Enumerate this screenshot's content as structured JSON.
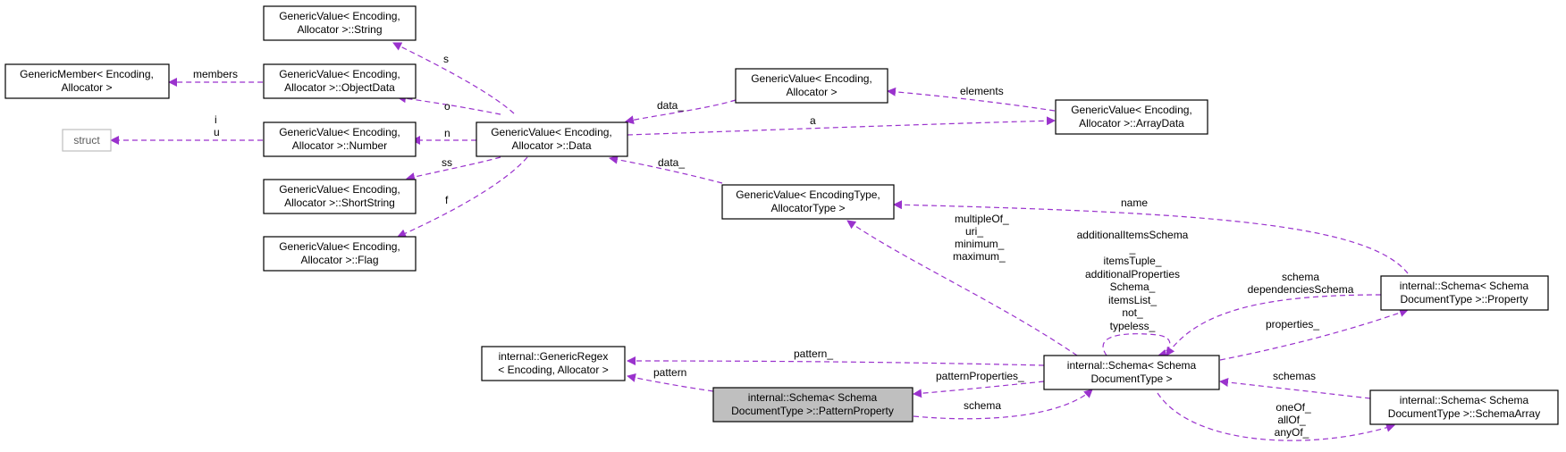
{
  "colors": {
    "edge": "#9a32cd",
    "focus_fill": "#bfbfbf",
    "box_stroke": "#000000",
    "muted_stroke": "#bfbfbf"
  },
  "nodes": {
    "string": {
      "lines": [
        "GenericValue< Encoding,",
        "Allocator >::String"
      ]
    },
    "member": {
      "lines": [
        "GenericMember< Encoding,",
        "Allocator >"
      ]
    },
    "objectdata": {
      "lines": [
        "GenericValue< Encoding,",
        "Allocator >::ObjectData"
      ]
    },
    "struct": {
      "lines": [
        "struct"
      ]
    },
    "number": {
      "lines": [
        "GenericValue< Encoding,",
        "Allocator >::Number"
      ]
    },
    "data": {
      "lines": [
        "GenericValue< Encoding,",
        "Allocator >::Data"
      ]
    },
    "shortstring": {
      "lines": [
        "GenericValue< Encoding,",
        "Allocator >::ShortString"
      ]
    },
    "flag": {
      "lines": [
        "GenericValue< Encoding,",
        "Allocator >::Flag"
      ]
    },
    "value": {
      "lines": [
        "GenericValue< Encoding,",
        "Allocator >"
      ]
    },
    "arraydata": {
      "lines": [
        "GenericValue< Encoding,",
        "Allocator >::ArrayData"
      ]
    },
    "valuetype": {
      "lines": [
        "GenericValue< EncodingType,",
        "AllocatorType >"
      ]
    },
    "regex": {
      "lines": [
        "internal::GenericRegex",
        "< Encoding, Allocator >"
      ]
    },
    "patternprop": {
      "lines": [
        "internal::Schema< Schema",
        "DocumentType >::PatternProperty"
      ]
    },
    "schema": {
      "lines": [
        "internal::Schema< Schema",
        "DocumentType >"
      ]
    },
    "property": {
      "lines": [
        "internal::Schema< Schema",
        "DocumentType >::Property"
      ]
    },
    "schemaarray": {
      "lines": [
        "internal::Schema< Schema",
        "DocumentType >::SchemaArray"
      ]
    }
  },
  "edges": {
    "s": {
      "lines": [
        "s"
      ]
    },
    "members": {
      "lines": [
        "members"
      ]
    },
    "o": {
      "lines": [
        "o"
      ]
    },
    "iu": {
      "lines": [
        "i",
        "u"
      ]
    },
    "n": {
      "lines": [
        "n"
      ]
    },
    "ss": {
      "lines": [
        "ss"
      ]
    },
    "f": {
      "lines": [
        "f"
      ]
    },
    "data_value": {
      "lines": [
        "data_"
      ]
    },
    "elements": {
      "lines": [
        "elements"
      ]
    },
    "a": {
      "lines": [
        "a"
      ]
    },
    "data_type": {
      "lines": [
        "data_"
      ]
    },
    "name": {
      "lines": [
        "name"
      ]
    },
    "numerics": {
      "lines": [
        "multipleOf_",
        "uri_",
        "minimum_",
        "maximum_"
      ]
    },
    "self": {
      "lines": [
        "additionalItemsSchema",
        "_",
        "itemsTuple_",
        "additionalProperties",
        "Schema_",
        "itemsList_",
        "not_",
        "typeless_"
      ]
    },
    "schema_prop": {
      "lines": [
        "schema",
        "dependenciesSchema"
      ]
    },
    "properties": {
      "lines": [
        "properties_"
      ]
    },
    "pattern_s": {
      "lines": [
        "pattern_"
      ]
    },
    "pattern_pp": {
      "lines": [
        "pattern"
      ]
    },
    "patternProps": {
      "lines": [
        "patternProperties_"
      ]
    },
    "schema_pp": {
      "lines": [
        "schema"
      ]
    },
    "schemas": {
      "lines": [
        "schemas"
      ]
    },
    "combin": {
      "lines": [
        "oneOf_",
        "allOf_",
        "anyOf_"
      ]
    }
  }
}
